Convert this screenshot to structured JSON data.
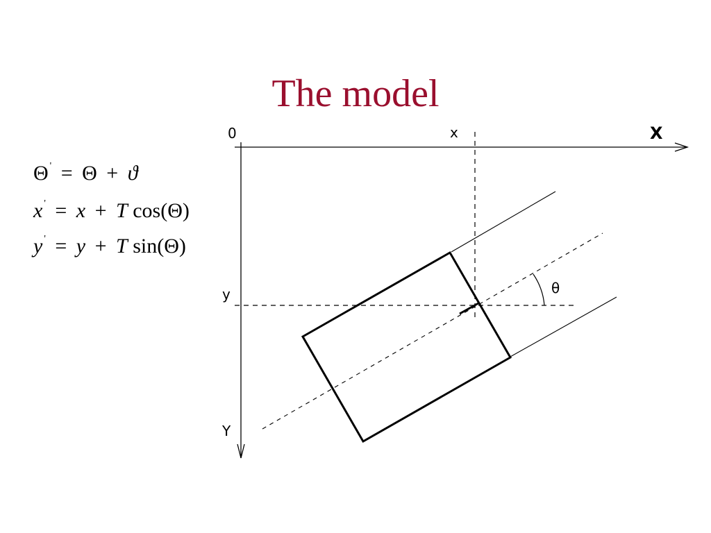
{
  "slide": {
    "title": "The model",
    "title_color": "#9a0f2e"
  },
  "equations": [
    {
      "lhs": "Θ",
      "prime": "'",
      "eq": "=",
      "t1": "Θ",
      "op": "+",
      "t2": "ϑ"
    },
    {
      "lhs": "x",
      "prime": "'",
      "eq": "=",
      "t1": "x",
      "op": "+",
      "t2": "T",
      "fn": "cos(Θ)"
    },
    {
      "lhs": "y",
      "prime": "'",
      "eq": "=",
      "t1": "y",
      "op": "+",
      "t2": "T",
      "fn": "sin(Θ)"
    }
  ],
  "diagram": {
    "origin_label": "0",
    "x_tick_label": "x",
    "x_axis_label": "X",
    "y_tick_label": "y",
    "y_axis_label": "Y",
    "angle_label": "θ"
  }
}
